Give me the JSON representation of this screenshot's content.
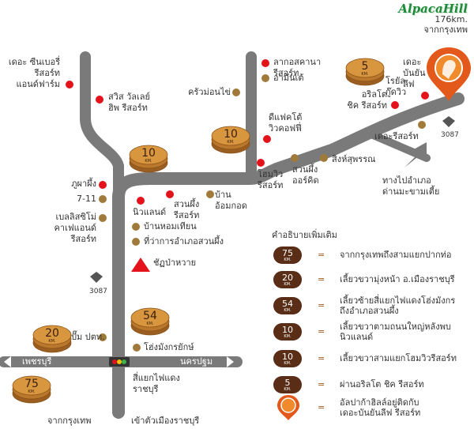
{
  "brand": "AlpacaHill",
  "distance": "176km.\nจากกรุงเทพ",
  "places": {
    "the_zimbery": "เดอะ ซีนเบอรี่\nรีสอร์ท\nแอนด์ฟาร์ม",
    "swiss_valley": "สวิส วัลเลย์\nฮิพ รีสอร์ท",
    "krua_mon_kai": "ครัวม่อนไข่",
    "lao_khao": "ลากอสคานา\nรีสอร์ท",
    "amanta": "อามันเต้",
    "dfactory": "ดีแฟคโต้\nวิวคอฟฟี่",
    "ozilla": "อริลโต\nชิค รีสอร์ท",
    "royal": "โรยัล\nกู๊ดวิว",
    "the_nub": "เดอะ\nบันยัน\nลีฟ",
    "the_resort": "เดอะรีสอร์ท",
    "hom_view": "โฮมวิว\nรีสอร์ท",
    "suan_pueng_orchid": "สวนผึ้ง\nออร์คิด",
    "sang": "สิงห์สุพรรณ",
    "to_dan": "ทางไปอำเภอ\nด่านมะขามเตี้ย",
    "phu_pha": "ภูผาผึ้ง",
    "seven": "7-11",
    "bellsimo": "เบลลิสซิโม่\nคาเฟแอนด์\nรีสอร์ท",
    "new_land": "นิวแลนด์",
    "suan_pueng_resort": "สวนผึ้ง\nรีสอร์ท",
    "ban_on": "บ้าน\nอ้อมกอด",
    "ban_hom_tian": "บ้านหอมเทียน",
    "district_office": "ที่ว่าการอำเภอสวนผึ้ง",
    "chat_pa_wai": "ชัฏป่าหวาย",
    "pump": "ปั๊ม ปตท.",
    "hong_mangkon": "โฮ่งมังกรยักษ์",
    "phetchaburi": "เพชรบุรี",
    "nakhon_pathom": "นครปฐม",
    "traffic_light": "สี่แยกไฟแดง\nราชบุรี",
    "from_bkk": "จากกรุงเทพ",
    "to_ratchaburi": "เข้าตัวเมืองราชบุรี",
    "route_3087_a": "3087",
    "route_3087_b": "3087"
  },
  "badges": [
    {
      "value": "5",
      "unit": "KM."
    },
    {
      "value": "10",
      "unit": "KM."
    },
    {
      "value": "10",
      "unit": "KM."
    },
    {
      "value": "54",
      "unit": "KM."
    },
    {
      "value": "20",
      "unit": "KM."
    },
    {
      "value": "75",
      "unit": "KM."
    }
  ],
  "legend": {
    "title": "คำอธิบายเพิ่มเติม",
    "items": [
      {
        "value": "75",
        "unit": "KM.",
        "text": "จากกรุงเทพถึงสามแยกปากท่อ"
      },
      {
        "value": "20",
        "unit": "KM.",
        "text": "เลี้ยวขวามุ่งหน้า อ.เมืองราชบุรี"
      },
      {
        "value": "54",
        "unit": "KM.",
        "text": "เลี้ยวซ้ายสี่แยกไฟแดงโฮ่งมังกร\nถึงอำเภอสวนผึ้ง"
      },
      {
        "value": "10",
        "unit": "KM.",
        "text": "เลี้ยวขวาตามถนนใหญ่หลังพบ\nนิวแลนด์"
      },
      {
        "value": "10",
        "unit": "KM.",
        "text": "เลี้ยวขวาสามแยกโฮมวิวรีสอร์ท"
      },
      {
        "value": "5",
        "unit": "KM.",
        "text": "ผ่านอริลโต ชิค รีสอร์ท"
      },
      {
        "text": "อัลปาก้าฮิลล์อยู่ติดกับ\nเดอะบันยันลีฟ รีสอร์ท"
      }
    ]
  },
  "colors": {
    "road": "#7a7a7a",
    "poi_red": "#e3121b",
    "poi_brown": "#a07a3a",
    "badge": "#c88a3a",
    "legend_badge": "#5a2d16",
    "brand": "#1f8a3a"
  }
}
